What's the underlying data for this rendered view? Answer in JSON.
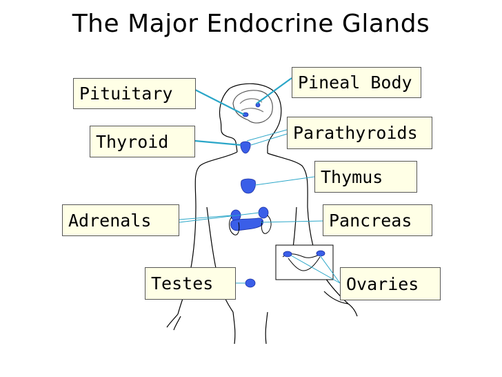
{
  "title": "The Major Endocrine Glands",
  "labels": {
    "pituitary": "Pituitary",
    "thyroid": "Thyroid",
    "adrenals": "Adrenals",
    "testes": "Testes",
    "pineal": "Pineal Body",
    "parathyroids": "Parathyroids",
    "thymus": "Thymus",
    "pancreas": "Pancreas",
    "ovaries": "Ovaries"
  },
  "colors": {
    "gland": "#3a5ee8",
    "leader_line": "#2aa6c8",
    "label_fill": "#ffffe6",
    "outline": "#000000"
  }
}
